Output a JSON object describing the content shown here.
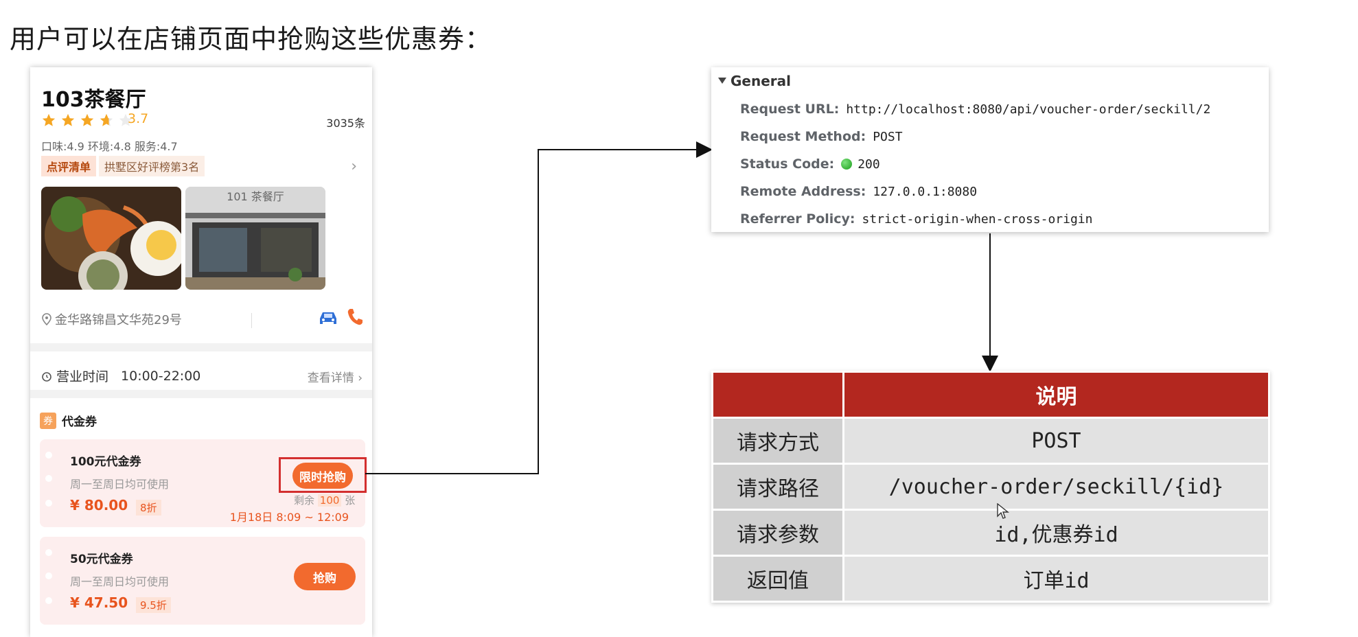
{
  "heading": "用户可以在店铺页面中抢购这些优惠券：",
  "shop": {
    "name": "103茶餐厅",
    "rating": "3.7",
    "review_count": "3035条",
    "scores": "口味:4.9 环境:4.8 服务:4.7",
    "rank_tag": "点评清单",
    "rank_text": "拱墅区好评榜第3名",
    "photo2_sign": "101 茶餐厅",
    "address": "金华路锦昌文华苑29号",
    "hours_label": "营业时间",
    "hours_value": "10:00-22:00",
    "detail_link": "查看详情 ›",
    "voucher_section": "代金券",
    "voucher_tag": "券",
    "vouchers": [
      {
        "title": "100元代金券",
        "subtitle": "周一至周日均可使用",
        "price": "¥ 80.00",
        "discount": "8折",
        "button": "限时抢购",
        "remain_prefix": "剩余",
        "remain_count": "100",
        "remain_suffix": "张",
        "time_window": "1月18日 8:09 ~ 12:09"
      },
      {
        "title": "50元代金券",
        "subtitle": "周一至周日均可使用",
        "price": "¥ 47.50",
        "discount": "9.5折",
        "button": "抢购"
      }
    ]
  },
  "general": {
    "title": "General",
    "rows": [
      {
        "key": "Request URL:",
        "value": "http://localhost:8080/api/voucher-order/seckill/2"
      },
      {
        "key": "Request Method:",
        "value": "POST"
      },
      {
        "key": "Status Code:",
        "value": "200"
      },
      {
        "key": "Remote Address:",
        "value": "127.0.0.1:8080"
      },
      {
        "key": "Referrer Policy:",
        "value": "strict-origin-when-cross-origin"
      }
    ]
  },
  "table": {
    "header_empty": "",
    "header": "说明",
    "rows": [
      {
        "key": "请求方式",
        "value": "POST"
      },
      {
        "key": "请求路径",
        "value": "/voucher-order/seckill/{id}"
      },
      {
        "key": "请求参数",
        "value": "id,优惠券id"
      },
      {
        "key": "返回值",
        "value": "订单id"
      }
    ]
  },
  "colors": {
    "accent_orange": "#f26a2e",
    "highlight_red": "#d32f2f",
    "table_header": "#b3271f",
    "star": "#f5a623"
  },
  "icons": [
    "star-icon",
    "location-pin-icon",
    "car-icon",
    "phone-icon",
    "clock-icon",
    "triangle-down-icon",
    "status-ok-icon",
    "cursor-icon"
  ]
}
